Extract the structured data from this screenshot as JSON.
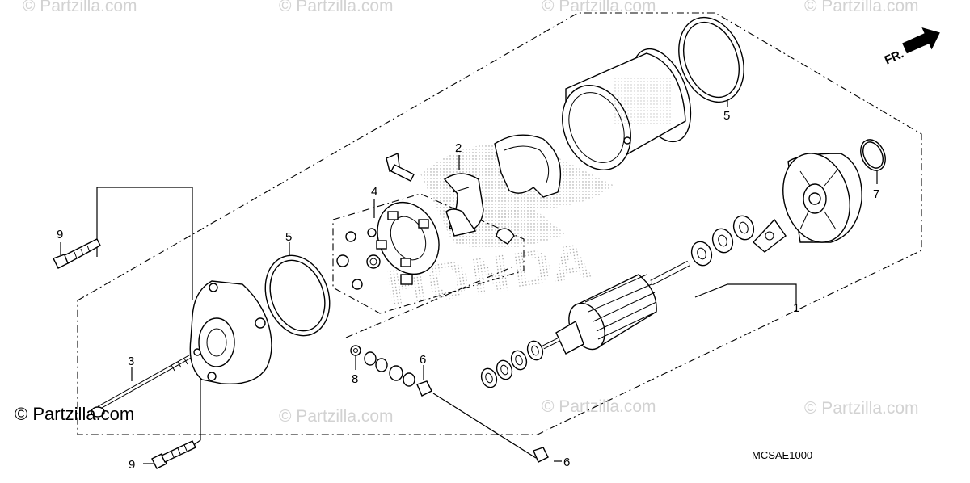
{
  "watermarks": [
    "© Partzilla.com",
    "© Partzilla.com",
    "© Partzilla.com",
    "© Partzilla.com",
    "© Partzilla.com",
    "© Partzilla.com",
    "© Partzilla.com"
  ],
  "copyright": "© Partzilla.com",
  "diagram_code": "MCSAE1000",
  "direction_label": "FR.",
  "brand_watermark": "HONDA",
  "callouts": [
    "1",
    "2",
    "3",
    "4",
    "5",
    "5",
    "6",
    "6",
    "7",
    "8",
    "9",
    "9"
  ]
}
